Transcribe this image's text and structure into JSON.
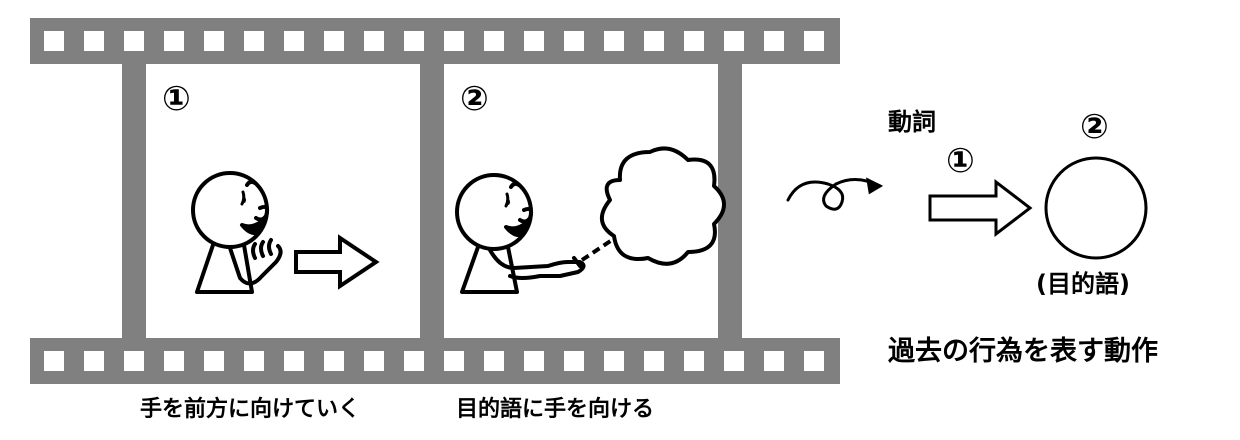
{
  "film": {
    "frame1_number": "①",
    "frame2_number": "②",
    "caption1": "手を前方に向けていく",
    "caption2": "目的語に手を向ける"
  },
  "diagram": {
    "verb_label": "動詞",
    "arrow_number": "①",
    "circle_number": "②",
    "object_label": "(目的語)",
    "summary": "過去の行為を表す動作"
  }
}
